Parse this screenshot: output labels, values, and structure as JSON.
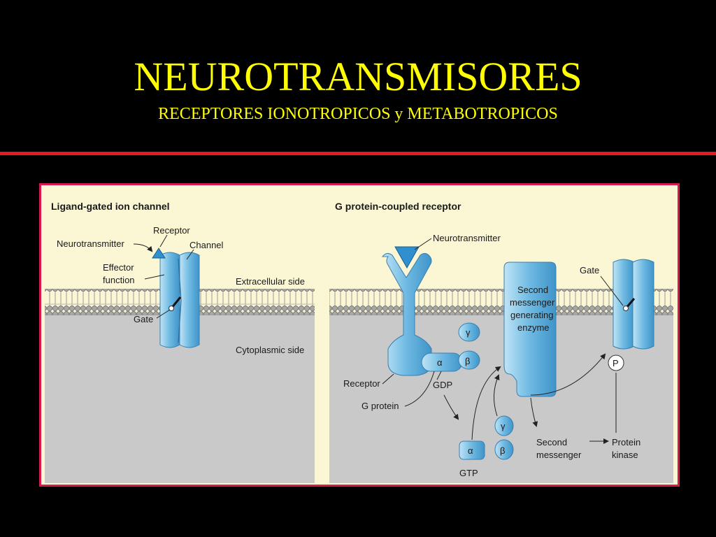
{
  "title": "NEUROTRANSMISORES",
  "subtitle": "RECEPTORES IONOTROPICOS y  METABOTROPICOS",
  "colors": {
    "background": "#000000",
    "title": "#ffff00",
    "rule": "#e8191f",
    "frame": "#d8184f",
    "panel_top": "#fbf7d4",
    "cytoplasm": "#c9c9c9",
    "protein": "#7cc3e8"
  },
  "left_panel": {
    "heading": "Ligand-gated ion channel",
    "labels": {
      "receptor": "Receptor",
      "neurotransmitter": "Neurotransmitter",
      "channel": "Channel",
      "effector_function": "Effector\nfunction",
      "effector_1": "Effector",
      "effector_2": "function",
      "extracellular": "Extracellular side",
      "gate": "Gate",
      "cytoplasmic": "Cytoplasmic side"
    }
  },
  "right_panel": {
    "heading": "G protein-coupled receptor",
    "labels": {
      "neurotransmitter": "Neurotransmitter",
      "gate": "Gate",
      "enzyme_1": "Second",
      "enzyme_2": "messenger",
      "enzyme_3": "generating",
      "enzyme_4": "enzyme",
      "gamma": "γ",
      "beta": "β",
      "alpha": "α",
      "phosphate": "P",
      "receptor": "Receptor",
      "gdp": "GDP",
      "g_protein": "G protein",
      "gtp": "GTP",
      "second_messenger_1": "Second",
      "second_messenger_2": "messenger",
      "protein_kinase_1": "Protein",
      "protein_kinase_2": "kinase"
    }
  }
}
